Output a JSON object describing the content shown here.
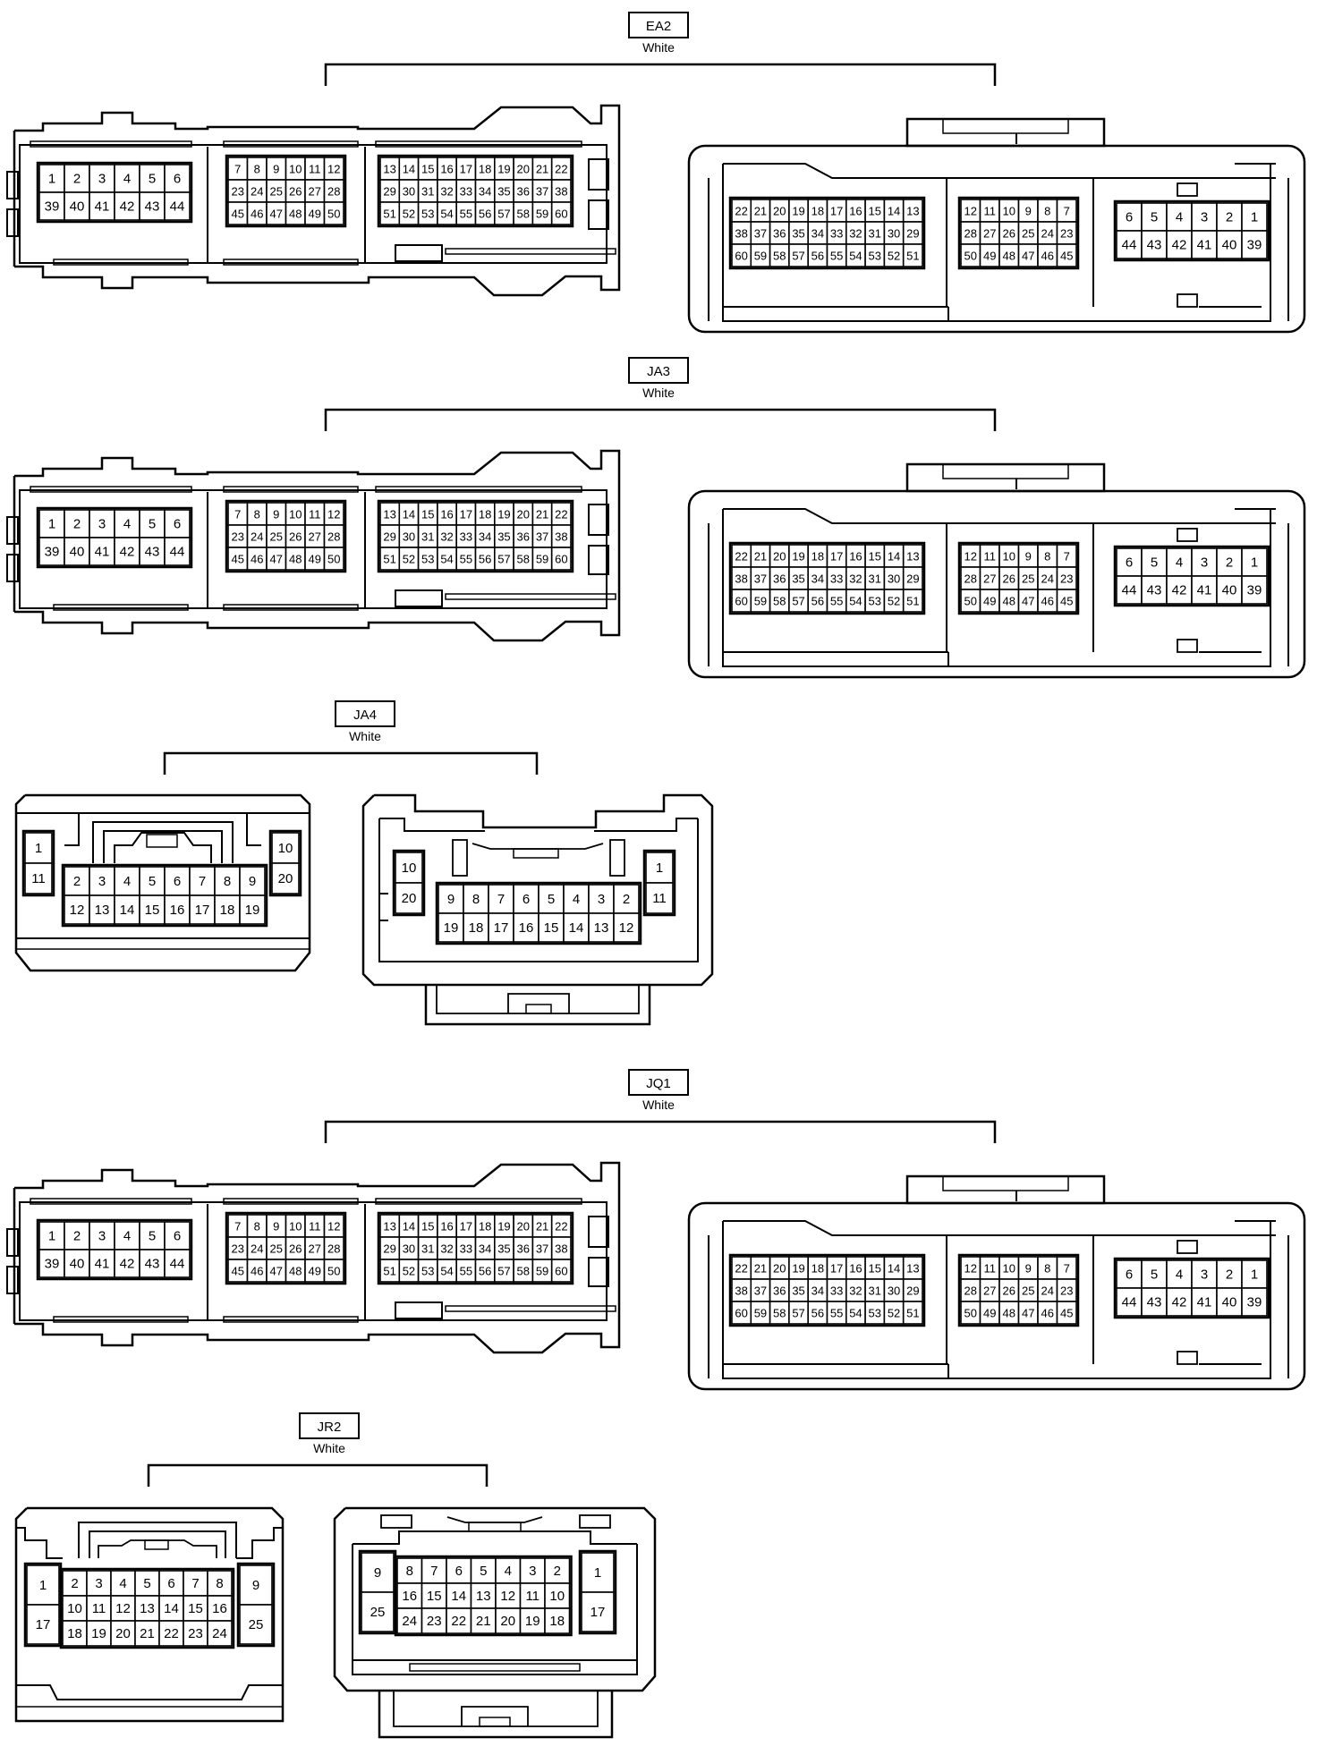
{
  "connectors": [
    {
      "id": "EA2",
      "color": "White",
      "type": "ecu60",
      "left": {
        "blockA": [
          [
            "1",
            "2",
            "3",
            "4",
            "5",
            "6"
          ],
          [
            "39",
            "40",
            "41",
            "42",
            "43",
            "44"
          ]
        ],
        "blockB": [
          [
            "7",
            "8",
            "9",
            "10",
            "11",
            "12"
          ],
          [
            "23",
            "24",
            "25",
            "26",
            "27",
            "28"
          ],
          [
            "45",
            "46",
            "47",
            "48",
            "49",
            "50"
          ]
        ],
        "blockC": [
          [
            "13",
            "14",
            "15",
            "16",
            "17",
            "18",
            "19",
            "20",
            "21",
            "22"
          ],
          [
            "29",
            "30",
            "31",
            "32",
            "33",
            "34",
            "35",
            "36",
            "37",
            "38"
          ],
          [
            "51",
            "52",
            "53",
            "54",
            "55",
            "56",
            "57",
            "58",
            "59",
            "60"
          ]
        ]
      },
      "right": {
        "blockA": [
          [
            "22",
            "21",
            "20",
            "19",
            "18",
            "17",
            "16",
            "15",
            "14",
            "13"
          ],
          [
            "38",
            "37",
            "36",
            "35",
            "34",
            "33",
            "32",
            "31",
            "30",
            "29"
          ],
          [
            "60",
            "59",
            "58",
            "57",
            "56",
            "55",
            "54",
            "53",
            "52",
            "51"
          ]
        ],
        "blockB": [
          [
            "12",
            "11",
            "10",
            "9",
            "8",
            "7"
          ],
          [
            "28",
            "27",
            "26",
            "25",
            "24",
            "23"
          ],
          [
            "50",
            "49",
            "48",
            "47",
            "46",
            "45"
          ]
        ],
        "blockC": [
          [
            "6",
            "5",
            "4",
            "3",
            "2",
            "1"
          ],
          [
            "44",
            "43",
            "42",
            "41",
            "40",
            "39"
          ]
        ]
      }
    },
    {
      "id": "JA3",
      "color": "White",
      "type": "ecu60",
      "left": {
        "blockA": [
          [
            "1",
            "2",
            "3",
            "4",
            "5",
            "6"
          ],
          [
            "39",
            "40",
            "41",
            "42",
            "43",
            "44"
          ]
        ],
        "blockB": [
          [
            "7",
            "8",
            "9",
            "10",
            "11",
            "12"
          ],
          [
            "23",
            "24",
            "25",
            "26",
            "27",
            "28"
          ],
          [
            "45",
            "46",
            "47",
            "48",
            "49",
            "50"
          ]
        ],
        "blockC": [
          [
            "13",
            "14",
            "15",
            "16",
            "17",
            "18",
            "19",
            "20",
            "21",
            "22"
          ],
          [
            "29",
            "30",
            "31",
            "32",
            "33",
            "34",
            "35",
            "36",
            "37",
            "38"
          ],
          [
            "51",
            "52",
            "53",
            "54",
            "55",
            "56",
            "57",
            "58",
            "59",
            "60"
          ]
        ]
      },
      "right": {
        "blockA": [
          [
            "22",
            "21",
            "20",
            "19",
            "18",
            "17",
            "16",
            "15",
            "14",
            "13"
          ],
          [
            "38",
            "37",
            "36",
            "35",
            "34",
            "33",
            "32",
            "31",
            "30",
            "29"
          ],
          [
            "60",
            "59",
            "58",
            "57",
            "56",
            "55",
            "54",
            "53",
            "52",
            "51"
          ]
        ],
        "blockB": [
          [
            "12",
            "11",
            "10",
            "9",
            "8",
            "7"
          ],
          [
            "28",
            "27",
            "26",
            "25",
            "24",
            "23"
          ],
          [
            "50",
            "49",
            "48",
            "47",
            "46",
            "45"
          ]
        ],
        "blockC": [
          [
            "6",
            "5",
            "4",
            "3",
            "2",
            "1"
          ],
          [
            "44",
            "43",
            "42",
            "41",
            "40",
            "39"
          ]
        ]
      }
    },
    {
      "id": "JA4",
      "color": "White",
      "type": "c20",
      "left": {
        "side1": [
          "1",
          "11"
        ],
        "main": [
          [
            "2",
            "3",
            "4",
            "5",
            "6",
            "7",
            "8",
            "9"
          ],
          [
            "12",
            "13",
            "14",
            "15",
            "16",
            "17",
            "18",
            "19"
          ]
        ],
        "side2": [
          "10",
          "20"
        ]
      },
      "right": {
        "side1": [
          "10",
          "20"
        ],
        "main": [
          [
            "9",
            "8",
            "7",
            "6",
            "5",
            "4",
            "3",
            "2"
          ],
          [
            "19",
            "18",
            "17",
            "16",
            "15",
            "14",
            "13",
            "12"
          ]
        ],
        "side2": [
          "1",
          "11"
        ]
      }
    },
    {
      "id": "JQ1",
      "color": "White",
      "type": "ecu60",
      "left": {
        "blockA": [
          [
            "1",
            "2",
            "3",
            "4",
            "5",
            "6"
          ],
          [
            "39",
            "40",
            "41",
            "42",
            "43",
            "44"
          ]
        ],
        "blockB": [
          [
            "7",
            "8",
            "9",
            "10",
            "11",
            "12"
          ],
          [
            "23",
            "24",
            "25",
            "26",
            "27",
            "28"
          ],
          [
            "45",
            "46",
            "47",
            "48",
            "49",
            "50"
          ]
        ],
        "blockC": [
          [
            "13",
            "14",
            "15",
            "16",
            "17",
            "18",
            "19",
            "20",
            "21",
            "22"
          ],
          [
            "29",
            "30",
            "31",
            "32",
            "33",
            "34",
            "35",
            "36",
            "37",
            "38"
          ],
          [
            "51",
            "52",
            "53",
            "54",
            "55",
            "56",
            "57",
            "58",
            "59",
            "60"
          ]
        ]
      },
      "right": {
        "blockA": [
          [
            "22",
            "21",
            "20",
            "19",
            "18",
            "17",
            "16",
            "15",
            "14",
            "13"
          ],
          [
            "38",
            "37",
            "36",
            "35",
            "34",
            "33",
            "32",
            "31",
            "30",
            "29"
          ],
          [
            "60",
            "59",
            "58",
            "57",
            "56",
            "55",
            "54",
            "53",
            "52",
            "51"
          ]
        ],
        "blockB": [
          [
            "12",
            "11",
            "10",
            "9",
            "8",
            "7"
          ],
          [
            "28",
            "27",
            "26",
            "25",
            "24",
            "23"
          ],
          [
            "50",
            "49",
            "48",
            "47",
            "46",
            "45"
          ]
        ],
        "blockC": [
          [
            "6",
            "5",
            "4",
            "3",
            "2",
            "1"
          ],
          [
            "44",
            "43",
            "42",
            "41",
            "40",
            "39"
          ]
        ]
      }
    },
    {
      "id": "JR2",
      "color": "White",
      "type": "c25",
      "left": {
        "side1": [
          "1",
          "17"
        ],
        "main": [
          [
            "2",
            "3",
            "4",
            "5",
            "6",
            "7",
            "8"
          ],
          [
            "10",
            "11",
            "12",
            "13",
            "14",
            "15",
            "16"
          ],
          [
            "18",
            "19",
            "20",
            "21",
            "22",
            "23",
            "24"
          ]
        ],
        "side2": [
          "9",
          "25"
        ]
      },
      "right": {
        "side1": [
          "9",
          "25"
        ],
        "main": [
          [
            "8",
            "7",
            "6",
            "5",
            "4",
            "3",
            "2"
          ],
          [
            "16",
            "15",
            "14",
            "13",
            "12",
            "11",
            "10"
          ],
          [
            "24",
            "23",
            "22",
            "21",
            "20",
            "19",
            "18"
          ]
        ],
        "side2": [
          "1",
          "17"
        ]
      }
    }
  ]
}
